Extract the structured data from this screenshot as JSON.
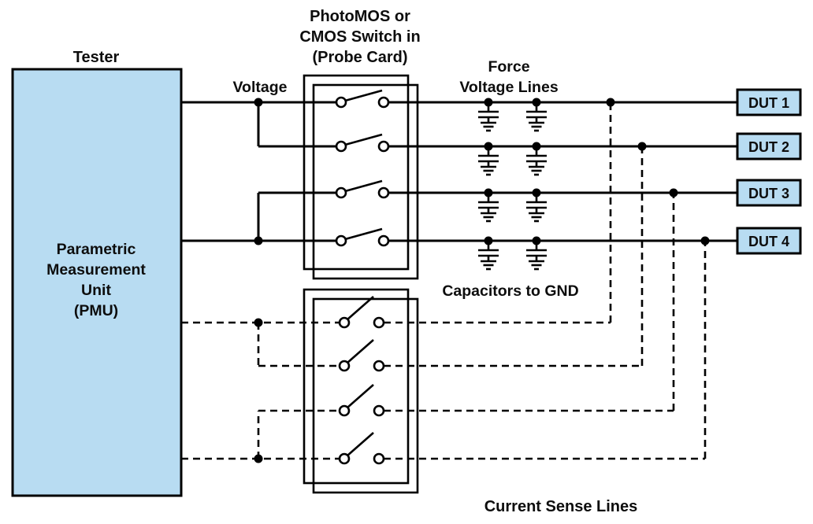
{
  "diagram": {
    "tester": {
      "title": "Tester",
      "name_lines": [
        "Parametric",
        "Measurement",
        "Unit",
        "(PMU)"
      ]
    },
    "switch_box_title": [
      "PhotoMOS or",
      "CMOS Switch in",
      "(Probe Card)"
    ],
    "voltage_label": "Voltage",
    "force_lines_label": [
      "Force",
      "Voltage Lines"
    ],
    "capacitors_label": "Capacitors to GND",
    "current_sense_label": "Current Sense Lines",
    "duts": [
      "DUT 1",
      "DUT 2",
      "DUT 3",
      "DUT 4"
    ],
    "colors": {
      "box_fill": "#b8dcf2",
      "stroke": "#000000",
      "text": "#0d0d0d"
    }
  }
}
